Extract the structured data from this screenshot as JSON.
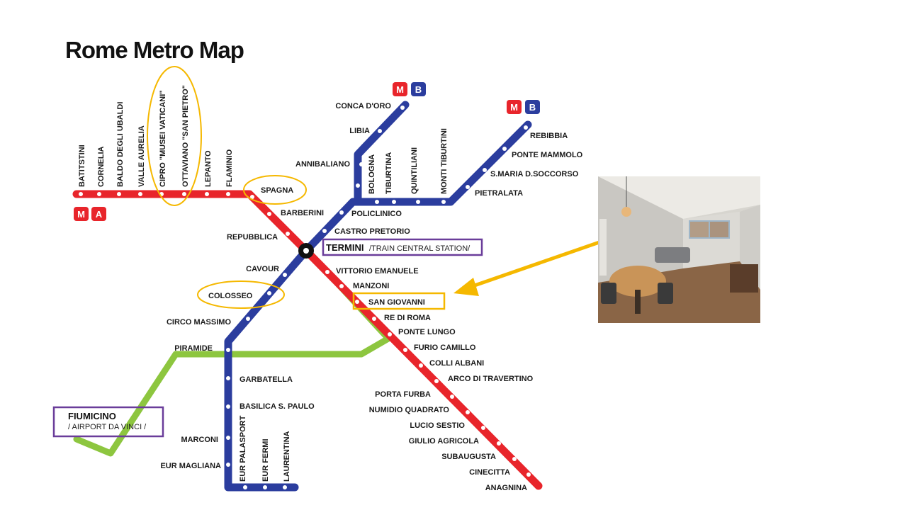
{
  "title": "Rome Metro Map",
  "colors": {
    "line_a": "#e8252b",
    "line_b": "#2b3d9e",
    "line_c": "#8dc63f",
    "highlight_yellow": "#f5b800",
    "highlight_purple": "#6a3d9a",
    "metro_badge": "#e8252b"
  },
  "badges": {
    "metro_symbol": "M",
    "line_a_letter": "A",
    "line_b_letter": "B"
  },
  "line_a": {
    "vertical_stations": [
      "BATITSTINI",
      "CORNELIA",
      "BALDO DEGLI UBALDI",
      "VALLE AURELIA",
      "CIPRO \"MUSEI VATICANI\"",
      "OTTAVIANO \"SAN PIETRO\"",
      "LEPANTO",
      "FLAMINIO"
    ],
    "stations": [
      "SPAGNA",
      "BARBERINI",
      "REPUBBLICA",
      "VITTORIO EMANUELE",
      "MANZONI",
      "SAN GIOVANNI",
      "RE DI ROMA",
      "PONTE LUNGO",
      "FURIO CAMILLO",
      "COLLI ALBANI",
      "ARCO DI TRAVERTINO",
      "PORTA FURBA",
      "NUMIDIO QUADRATO",
      "LUCIO SESTIO",
      "GIULIO AGRICOLA",
      "SUBAUGUSTA",
      "CINECITTA",
      "ANAGNINA"
    ]
  },
  "line_b": {
    "branch_stations": [
      "CONCA D'ORO",
      "LIBIA",
      "ANNIBALIANO"
    ],
    "vertical_stations": [
      "BOLOGNA",
      "TIBURTINA",
      "QUINTILIANI",
      "MONTI TIBURTINI"
    ],
    "stations": [
      "REBIBBIA",
      "PONTE MAMMOLO",
      "S.MARIA D.SOCCORSO",
      "PIETRALATA",
      "POLICLINICO",
      "CASTRO PRETORIO",
      "CAVOUR",
      "COLOSSEO",
      "CIRCO MASSIMO",
      "PIRAMIDE",
      "GARBATELLA",
      "BASILICA S. PAULO",
      "MARCONI",
      "EUR MAGLIANA"
    ],
    "end_vertical_stations": [
      "EUR PALASPORT",
      "EUR FERMI",
      "LAURENTINA"
    ]
  },
  "termini": {
    "name": "TERMINI",
    "subtitle": "/TRAIN CENTRAL STATION/"
  },
  "fiumicino": {
    "name": "FIUMICINO",
    "subtitle": "/ AIRPORT DA VINCI /"
  },
  "photo": {
    "description_icon": "apartment-photo"
  }
}
